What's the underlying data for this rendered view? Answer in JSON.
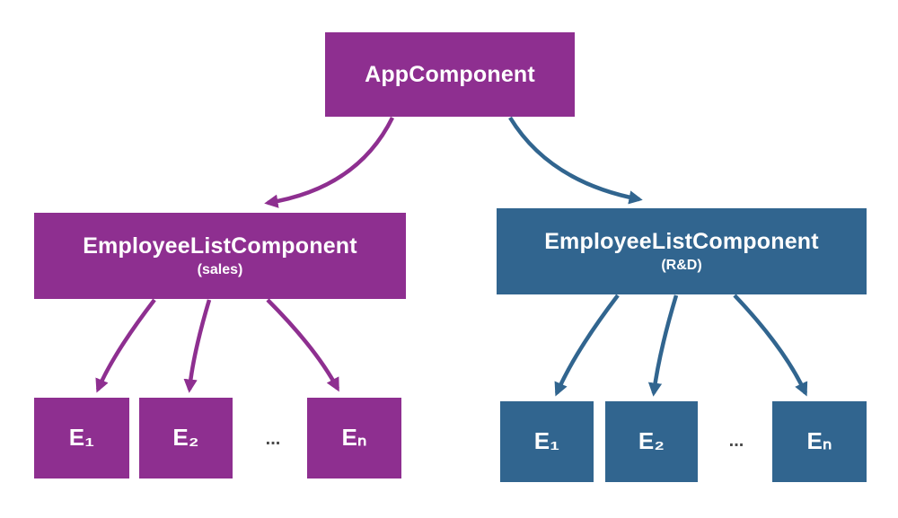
{
  "colors": {
    "purple": "#8e2f90",
    "blue": "#31658f",
    "background": "#ffffff",
    "node_text": "#ffffff",
    "dots": "#4a4a4a"
  },
  "diagram": {
    "root": {
      "label": "AppComponent"
    },
    "sales_branch": {
      "label": "EmployeeListComponent",
      "sublabel": "(sales)",
      "children": {
        "e1": "E₁",
        "e2": "E₂",
        "ellipsis": "...",
        "en": "Eₙ"
      }
    },
    "rd_branch": {
      "label": "EmployeeListComponent",
      "sublabel": "(R&D)",
      "children": {
        "e1": "E₁",
        "e2": "E₂",
        "ellipsis": "...",
        "en": "Eₙ"
      }
    }
  }
}
